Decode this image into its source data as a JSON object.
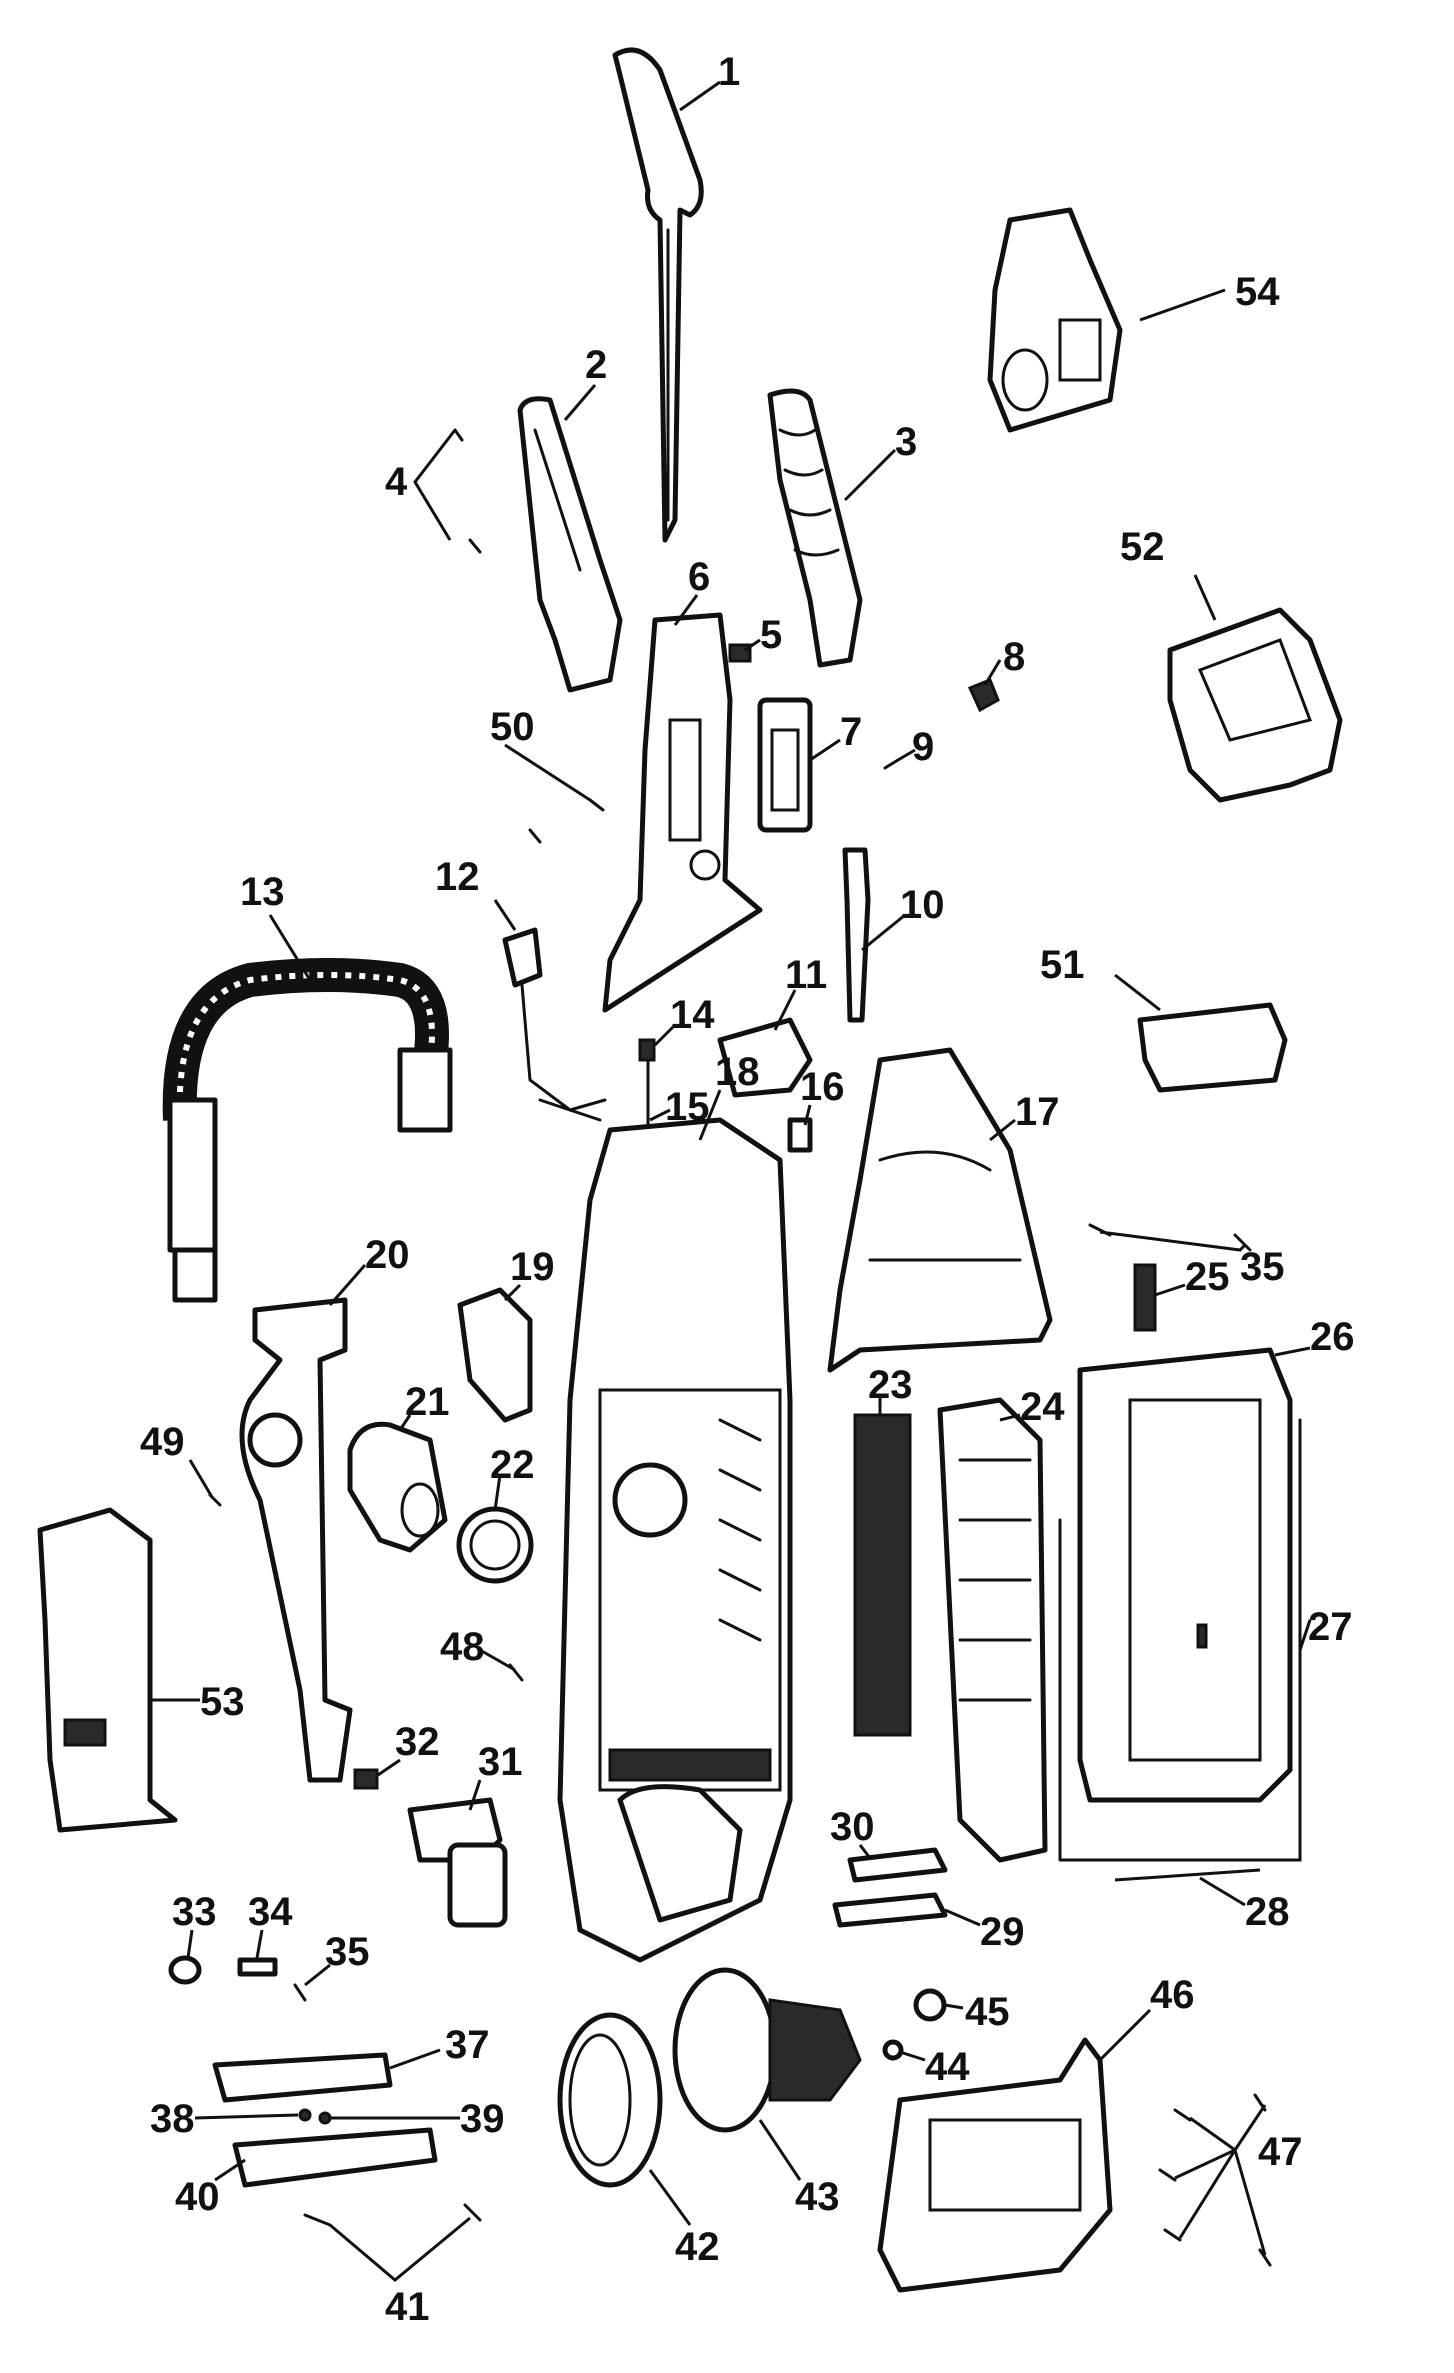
{
  "callouts": {
    "c1": "1",
    "c2": "2",
    "c3": "3",
    "c4": "4",
    "c5": "5",
    "c6": "6",
    "c7": "7",
    "c8": "8",
    "c9": "9",
    "c10": "10",
    "c11": "11",
    "c12": "12",
    "c13": "13",
    "c14": "14",
    "c15": "15",
    "c16": "16",
    "c17": "17",
    "c18": "18",
    "c19": "19",
    "c20": "20",
    "c21": "21",
    "c22": "22",
    "c23": "23",
    "c24": "24",
    "c25": "25",
    "c26": "26",
    "c27": "27",
    "c28": "28",
    "c29": "29",
    "c30": "30",
    "c31": "31",
    "c32": "32",
    "c33": "33",
    "c34": "34",
    "c35a": "35",
    "c35b": "35",
    "c37": "37",
    "c38": "38",
    "c39": "39",
    "c40": "40",
    "c41": "41",
    "c42": "42",
    "c43": "43",
    "c44": "44",
    "c45": "45",
    "c46": "46",
    "c47": "47",
    "c48": "48",
    "c49": "49",
    "c50": "50",
    "c51": "51",
    "c52": "52",
    "c53": "53",
    "c54": "54"
  }
}
